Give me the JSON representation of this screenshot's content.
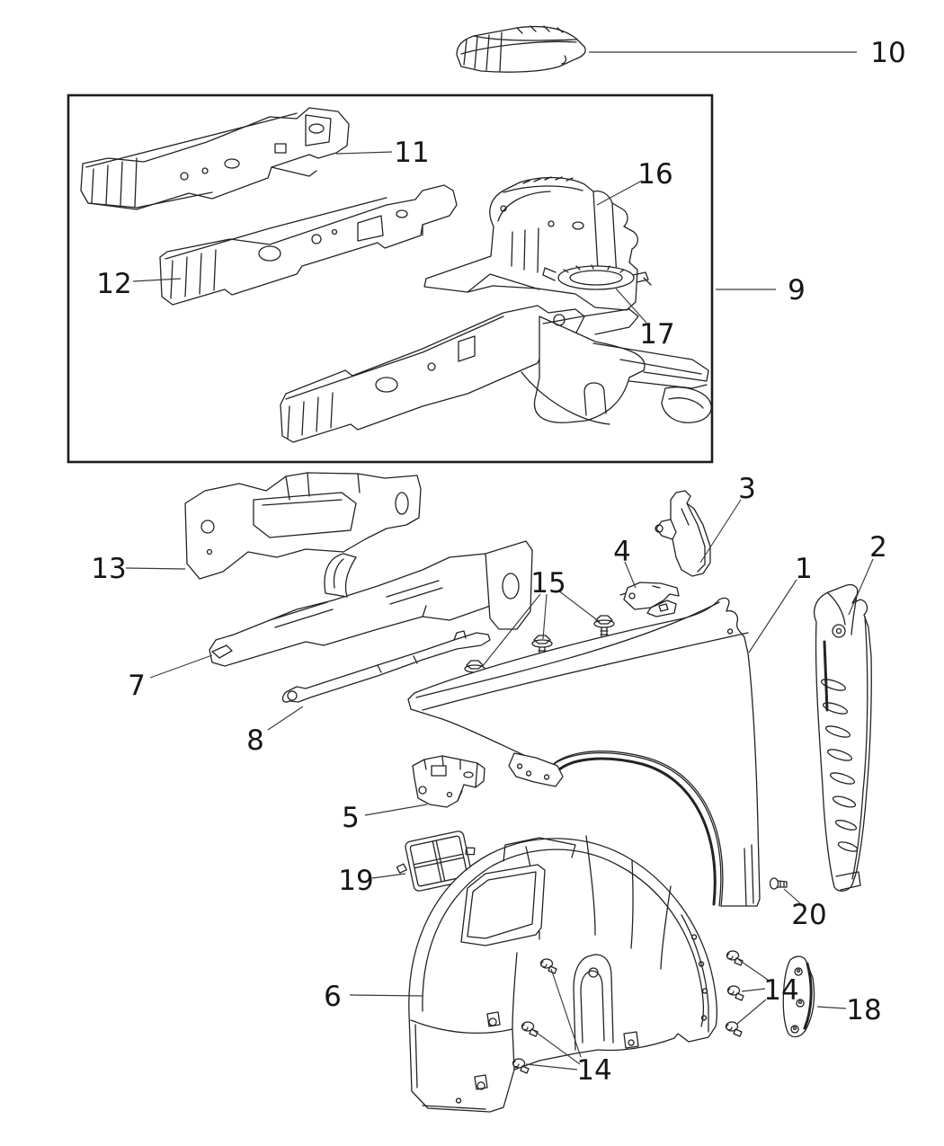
{
  "figure": {
    "type": "exploded-parts-diagram",
    "subject": "front fender and wheelhouse components",
    "background_color": "#ffffff",
    "line_color": "#232323",
    "label_color": "#161616"
  },
  "callouts": {
    "n1": "1",
    "n2": "2",
    "n3": "3",
    "n4": "4",
    "n5": "5",
    "n6": "6",
    "n7": "7",
    "n8": "8",
    "n9": "9",
    "n10": "10",
    "n11": "11",
    "n12": "12",
    "n13": "13",
    "n14": "14",
    "n15": "15",
    "n16": "16",
    "n17": "17",
    "n18": "18",
    "n19": "19",
    "n20": "20"
  }
}
